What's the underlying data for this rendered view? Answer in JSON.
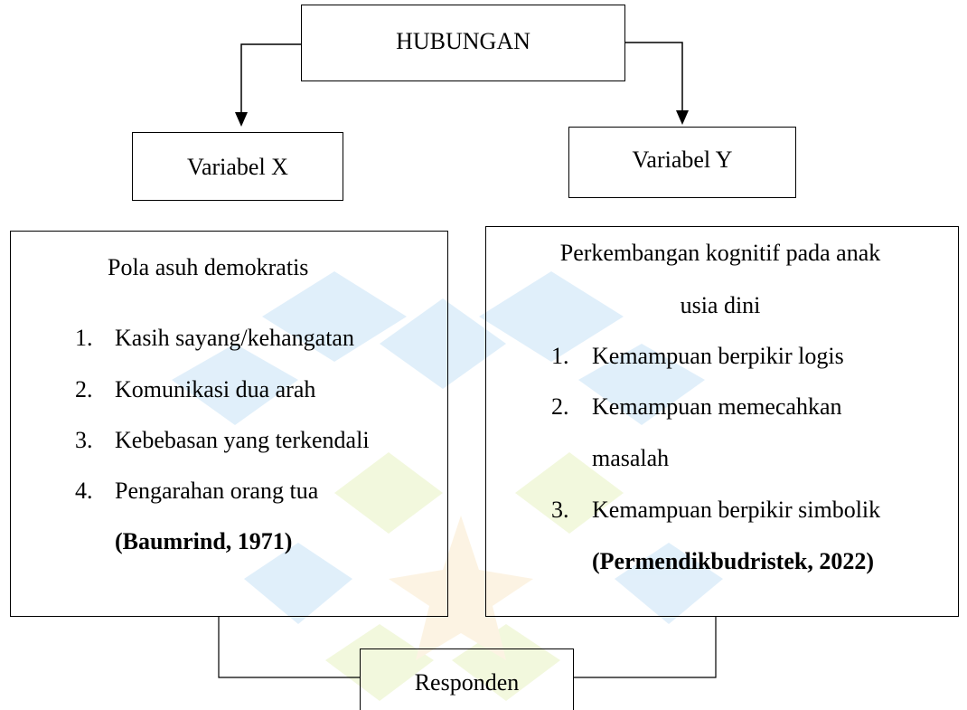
{
  "diagram": {
    "top_box": {
      "label": "HUBUNGAN"
    },
    "var_x": {
      "label": "Variabel X"
    },
    "var_y": {
      "label": "Variabel Y"
    },
    "left_panel": {
      "title": "Pola asuh demokratis",
      "items": [
        {
          "num": "1.",
          "text": "Kasih sayang/kehangatan"
        },
        {
          "num": "2.",
          "text": "Komunikasi dua arah"
        },
        {
          "num": "3.",
          "text": "Kebebasan yang terkendali"
        },
        {
          "num": "4.",
          "text": "Pengarahan orang tua"
        }
      ],
      "citation": "(Baumrind, 1971)"
    },
    "right_panel": {
      "title_line1": "Perkembangan kognitif pada anak",
      "title_line2": "usia dini",
      "items": [
        {
          "num": "1.",
          "text": "Kemampuan berpikir logis"
        },
        {
          "num": "2.",
          "text_line1": "Kemampuan memecahkan",
          "text_line2": "masalah"
        },
        {
          "num": "3.",
          "text": "Kemampuan berpikir simbolik"
        }
      ],
      "citation": "(Permendikbudristek, 2022)"
    },
    "bottom_box": {
      "label": "Responden"
    }
  },
  "colors": {
    "watermark_blue": "#5aa9e6",
    "watermark_green": "#bcd94a",
    "watermark_orange": "#f2c36b"
  }
}
